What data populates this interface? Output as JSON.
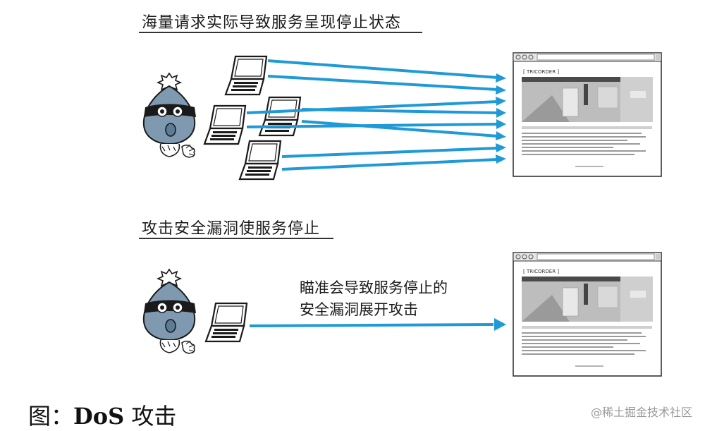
{
  "scenario_1": {
    "title": "海量请求实际导致服务呈现停止状态",
    "site_brand": "[ TRICORDER ]"
  },
  "scenario_2": {
    "title": "攻击安全漏洞使服务停止",
    "arrow_label_line1": "瞄准会导致服务停止的",
    "arrow_label_line2": "安全漏洞展开攻击",
    "site_brand": "[ TRICORDER ]"
  },
  "caption": {
    "prefix": "图：",
    "bold": "DoS",
    "suffix": " 攻击"
  },
  "watermark": "@稀土掘金技术社区",
  "colors": {
    "arrow": "#1f9ad6",
    "attacker_face": "#7f9ab0",
    "mask": "#1a1a1a",
    "ink": "#1a1a1a"
  },
  "icons": [
    "hacker-icon",
    "laptop-icon",
    "browser-window-icon",
    "arrow-icon"
  ]
}
